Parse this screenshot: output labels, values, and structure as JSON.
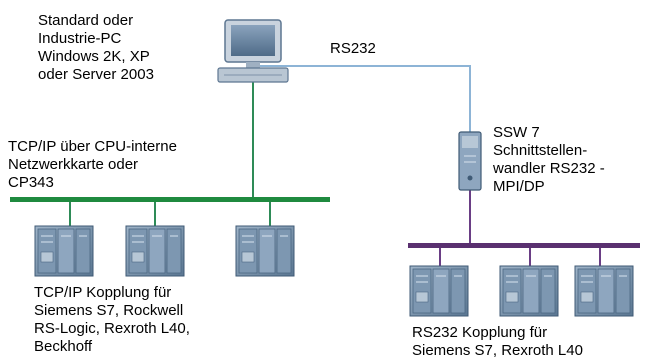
{
  "pc_label": "Standard oder\nIndustrie-PC\nWindows 2K, XP\noder Server 2003",
  "rs232_label": "RS232",
  "tcpip_network_label": "TCP/IP über CPU-interne\nNetzwerkkarte oder\nCP343",
  "converter_label": "SSW 7\nSchnittstellen-\nwandler RS232 -\nMPI/DP",
  "tcpip_coupling_label": "TCP/IP Kopplung für\nSiemens S7, Rockwell\nRS-Logic, Rexroth L40,\nBeckhoff",
  "rs232_coupling_label": "RS232 Kopplung für\nSiemens S7, Rexroth L40",
  "colors": {
    "ethernet_bus": "#1f8a3f",
    "serial_bus": "#5a3070",
    "rs232_cable": "#8db4d6",
    "drop_line": "#2e8b57",
    "plc_body": "#6e8aa8"
  },
  "icons": {
    "pc": "desktop-computer-icon",
    "converter": "interface-converter-icon",
    "plc": "plc-module-icon"
  }
}
